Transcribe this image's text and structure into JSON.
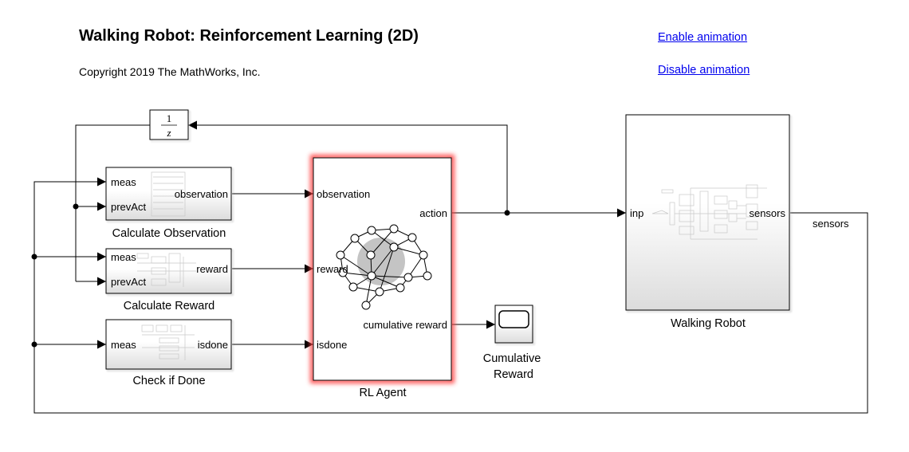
{
  "header": {
    "title": "Walking Robot: Reinforcement Learning (2D)",
    "copyright": "Copyright 2019 The MathWorks, Inc.",
    "enable_link": "Enable animation",
    "disable_link": "Disable animation"
  },
  "blocks": {
    "unit_delay": {
      "numerator": "1",
      "denominator": "z"
    },
    "calc_obs": {
      "name": "Calculate Observation",
      "in1": "meas",
      "in2": "prevAct",
      "out": "observation"
    },
    "calc_reward": {
      "name": "Calculate Reward",
      "in1": "meas",
      "in2": "prevAct",
      "out": "reward"
    },
    "check_done": {
      "name": "Check if Done",
      "in1": "meas",
      "out": "isdone"
    },
    "rl_agent": {
      "name": "RL Agent",
      "in1": "observation",
      "in2": "reward",
      "in3": "isdone",
      "out1": "action",
      "out2": "cumulative reward"
    },
    "scope": {
      "name_line1": "Cumulative",
      "name_line2": "Reward"
    },
    "robot": {
      "name": "Walking Robot",
      "in": "inp",
      "out": "sensors"
    }
  },
  "signals": {
    "sensors_label": "sensors"
  },
  "colors": {
    "agent_glow": "#ff4040",
    "link": "#0000ee"
  }
}
